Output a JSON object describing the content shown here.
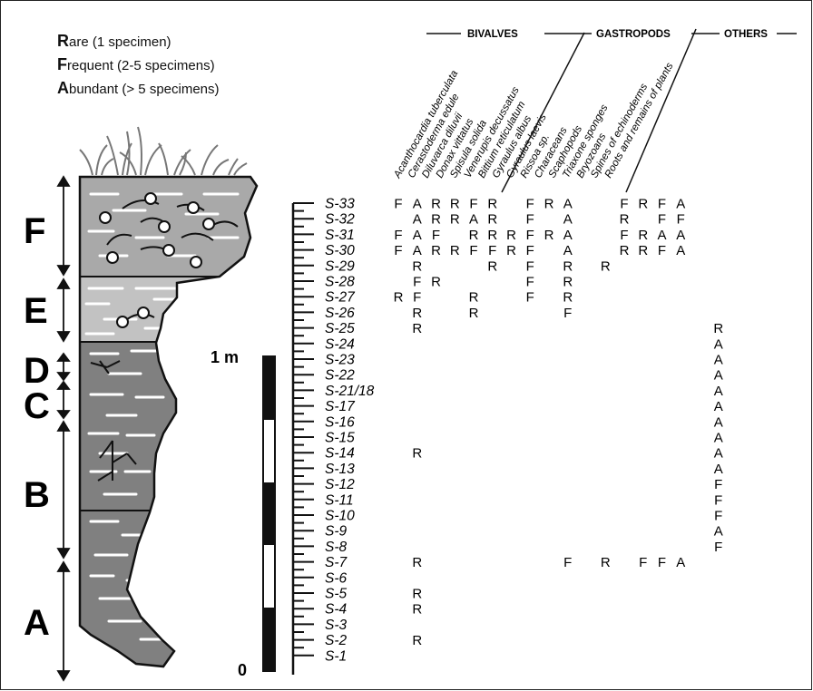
{
  "legend": [
    {
      "cap": "R",
      "rest": "are (1 specimen)"
    },
    {
      "cap": "F",
      "rest": "requent (2-5 specimens)"
    },
    {
      "cap": "A",
      "rest": "bundant (> 5 specimens)"
    }
  ],
  "groups": [
    "BIVALVES",
    "GASTROPODS",
    "OTHERS"
  ],
  "taxa": [
    "Acanthocardia tuberculata",
    "Cerastoderma edule",
    "Diluvarca diluvii",
    "Donax vittatus",
    "Spisula solida",
    "Venerupis decussatus",
    "Bittium reticulatum",
    "Gyraulus albus",
    "Gyraulus laevis",
    "Rissoa sp.",
    "Characeans",
    "Scaphopods",
    "Triaxone sponges",
    "Bryozoans",
    "Spines of echinoderms",
    "Roots and remains of plants"
  ],
  "units": [
    "F",
    "E",
    "D",
    "C",
    "B",
    "A"
  ],
  "scale": {
    "top": "1 m",
    "bottom": "0"
  },
  "samples": [
    {
      "label": "S-33",
      "cells": [
        [
          "F",
          0
        ],
        [
          "A",
          1
        ],
        [
          "R",
          2
        ],
        [
          "R",
          3
        ],
        [
          "F",
          4
        ],
        [
          "R",
          5
        ],
        [
          "F",
          7
        ],
        [
          "R",
          8
        ],
        [
          "A",
          9
        ],
        [
          "F",
          12
        ],
        [
          "R",
          13
        ],
        [
          "F",
          14
        ],
        [
          "A",
          15
        ]
      ]
    },
    {
      "label": "S-32",
      "cells": [
        [
          "A",
          1
        ],
        [
          "R",
          2
        ],
        [
          "R",
          3
        ],
        [
          "A",
          4
        ],
        [
          "R",
          5
        ],
        [
          "F",
          7
        ],
        [
          "A",
          9
        ],
        [
          "R",
          12
        ],
        [
          "F",
          14
        ],
        [
          "F",
          15
        ]
      ]
    },
    {
      "label": "S-31",
      "cells": [
        [
          "F",
          0
        ],
        [
          "A",
          1
        ],
        [
          "F",
          2
        ],
        [
          "R",
          4
        ],
        [
          "R",
          5
        ],
        [
          "R",
          6
        ],
        [
          "F",
          7
        ],
        [
          "R",
          8
        ],
        [
          "A",
          9
        ],
        [
          "F",
          12
        ],
        [
          "R",
          13
        ],
        [
          "A",
          14
        ],
        [
          "A",
          15
        ]
      ]
    },
    {
      "label": "S-30",
      "cells": [
        [
          "F",
          0
        ],
        [
          "A",
          1
        ],
        [
          "R",
          2
        ],
        [
          "R",
          3
        ],
        [
          "F",
          4
        ],
        [
          "F",
          5
        ],
        [
          "R",
          6
        ],
        [
          "F",
          7
        ],
        [
          "A",
          9
        ],
        [
          "R",
          12
        ],
        [
          "R",
          13
        ],
        [
          "F",
          14
        ],
        [
          "A",
          15
        ]
      ]
    },
    {
      "label": "S-29",
      "cells": [
        [
          "R",
          1
        ],
        [
          "R",
          5
        ],
        [
          "F",
          7
        ],
        [
          "R",
          9
        ],
        [
          "R",
          11
        ]
      ]
    },
    {
      "label": "S-28",
      "cells": [
        [
          "F",
          1
        ],
        [
          "R",
          2
        ],
        [
          "F",
          7
        ],
        [
          "R",
          9
        ]
      ]
    },
    {
      "label": "S-27",
      "cells": [
        [
          "R",
          0
        ],
        [
          "F",
          1
        ],
        [
          "R",
          4
        ],
        [
          "F",
          7
        ],
        [
          "R",
          9
        ]
      ]
    },
    {
      "label": "S-26",
      "cells": [
        [
          "R",
          1
        ],
        [
          "R",
          4
        ],
        [
          "F",
          9
        ]
      ]
    },
    {
      "label": "S-25",
      "cells": [
        [
          "R",
          1
        ],
        [
          "R",
          17
        ]
      ]
    },
    {
      "label": "S-24",
      "cells": [
        [
          "A",
          17
        ]
      ]
    },
    {
      "label": "S-23",
      "cells": [
        [
          "A",
          17
        ]
      ]
    },
    {
      "label": "S-22",
      "cells": [
        [
          "A",
          17
        ]
      ]
    },
    {
      "label": "S-21/18",
      "cells": [
        [
          "A",
          17
        ]
      ]
    },
    {
      "label": "S-17",
      "cells": [
        [
          "A",
          17
        ]
      ]
    },
    {
      "label": "S-16",
      "cells": [
        [
          "A",
          17
        ]
      ]
    },
    {
      "label": "S-15",
      "cells": [
        [
          "A",
          17
        ]
      ]
    },
    {
      "label": "S-14",
      "cells": [
        [
          "R",
          1
        ],
        [
          "A",
          17
        ]
      ]
    },
    {
      "label": "S-13",
      "cells": [
        [
          "A",
          17
        ]
      ]
    },
    {
      "label": "S-12",
      "cells": [
        [
          "F",
          17
        ]
      ]
    },
    {
      "label": "S-11",
      "cells": [
        [
          "F",
          17
        ]
      ]
    },
    {
      "label": "S-10",
      "cells": [
        [
          "F",
          17
        ]
      ]
    },
    {
      "label": "S-9",
      "cells": [
        [
          "A",
          17
        ]
      ]
    },
    {
      "label": "S-8",
      "cells": [
        [
          "F",
          17
        ]
      ]
    },
    {
      "label": "S-7",
      "cells": [
        [
          "R",
          1
        ],
        [
          "F",
          9
        ],
        [
          "R",
          11
        ],
        [
          "F",
          13
        ],
        [
          "F",
          14
        ],
        [
          "A",
          15
        ]
      ]
    },
    {
      "label": "S-6",
      "cells": []
    },
    {
      "label": "S-5",
      "cells": [
        [
          "R",
          1
        ]
      ]
    },
    {
      "label": "S-4",
      "cells": [
        [
          "R",
          1
        ]
      ]
    },
    {
      "label": "S-3",
      "cells": []
    },
    {
      "label": "S-2",
      "cells": [
        [
          "R",
          1
        ]
      ]
    },
    {
      "label": "S-1",
      "cells": []
    }
  ]
}
